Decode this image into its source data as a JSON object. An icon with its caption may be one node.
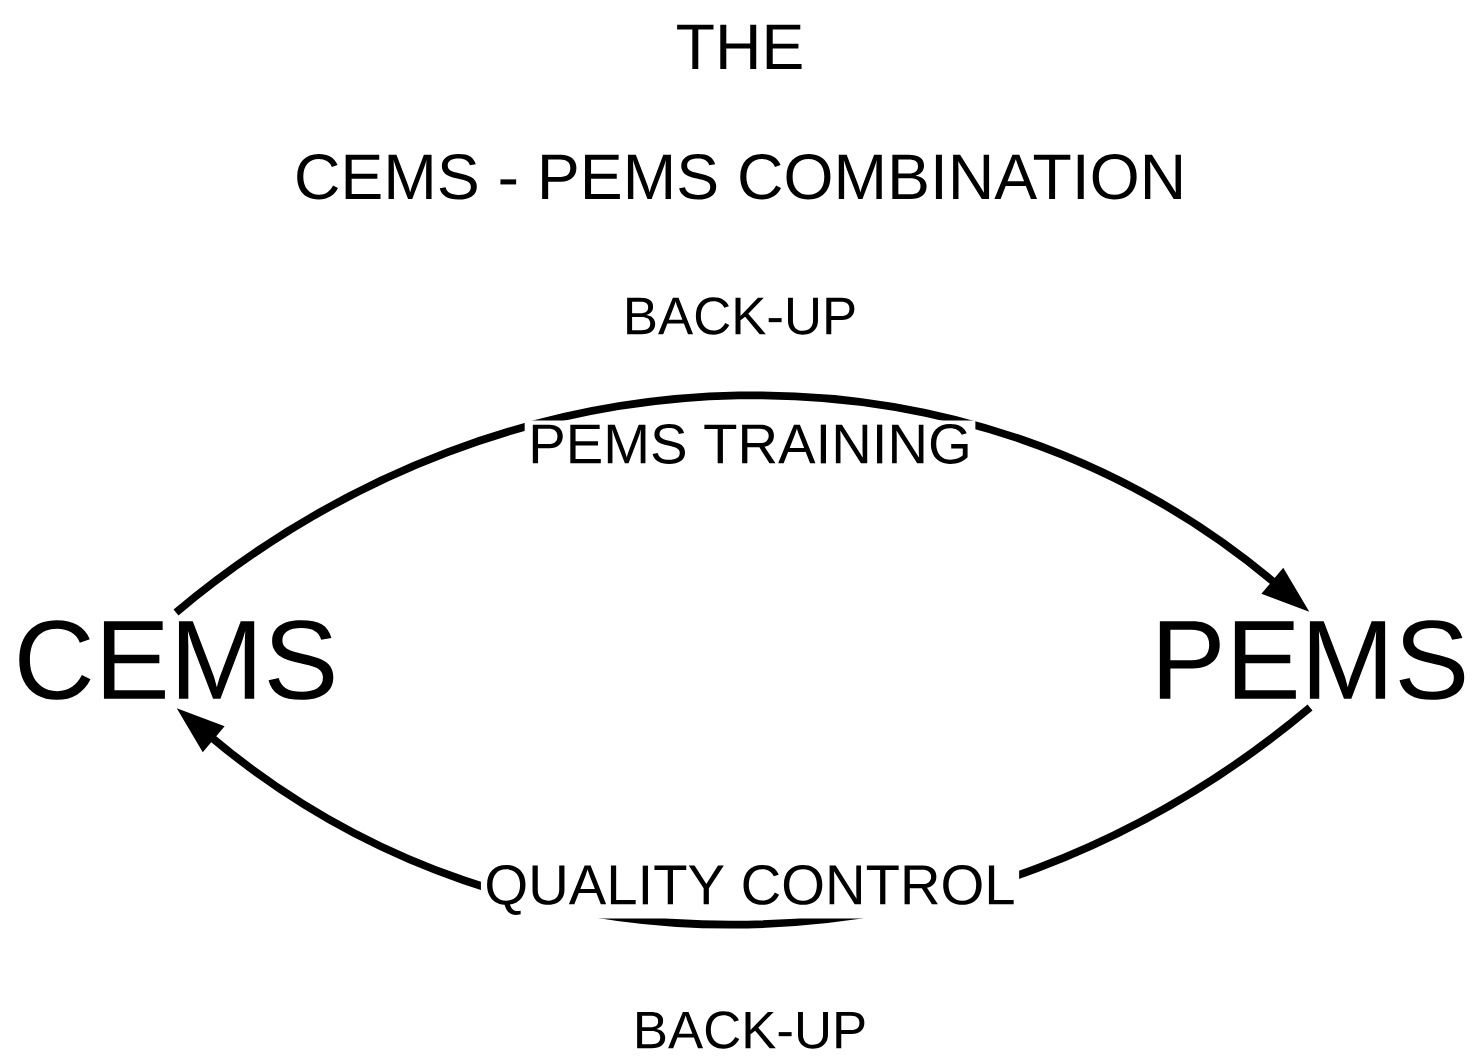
{
  "diagram": {
    "title": "THE CEMS - PEMS COMBINATION",
    "nodes": [
      {
        "text": [
          "CEMS"
        ]
      },
      {
        "text": [
          "PEMS"
        ]
      }
    ],
    "edges": [
      {
        "from": 0,
        "to": 1,
        "arrow": "to",
        "label": "PEMS TRAINING"
      },
      {
        "from": 1,
        "to": 0,
        "arrow": "to",
        "label": "QUALITY CONTROL"
      }
    ],
    "labels": [
      "BACK-UP",
      "BACK-UP"
    ]
  }
}
